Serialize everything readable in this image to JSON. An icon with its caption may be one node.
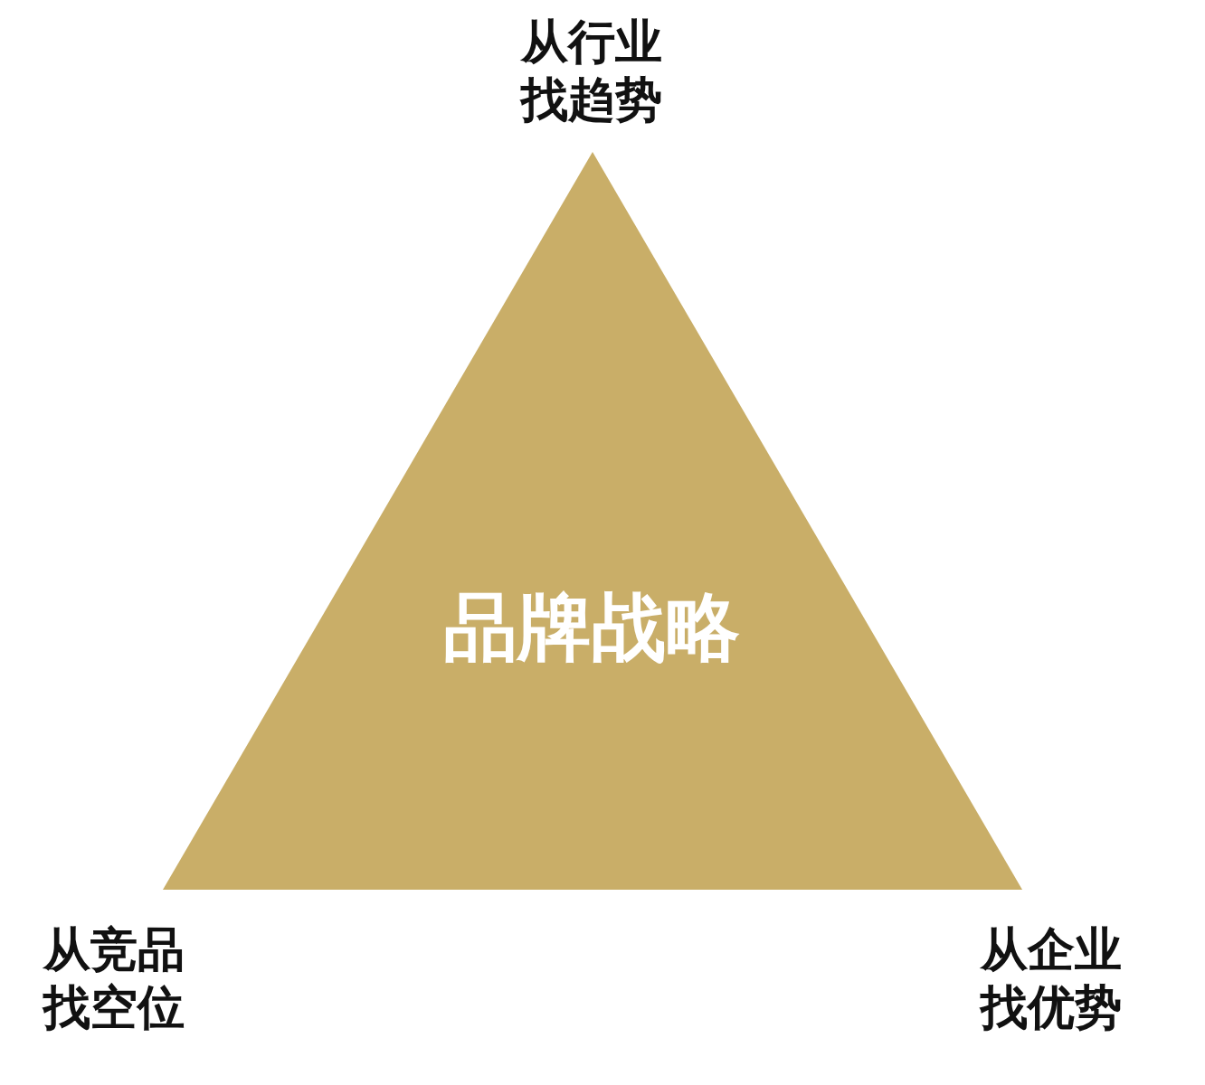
{
  "diagram": {
    "nodes": [
      {
        "text": [
          "品牌战略"
        ],
        "beside": [
          "从行业找趋势",
          "从竞品找空位",
          "从企业找优势"
        ]
      }
    ]
  }
}
